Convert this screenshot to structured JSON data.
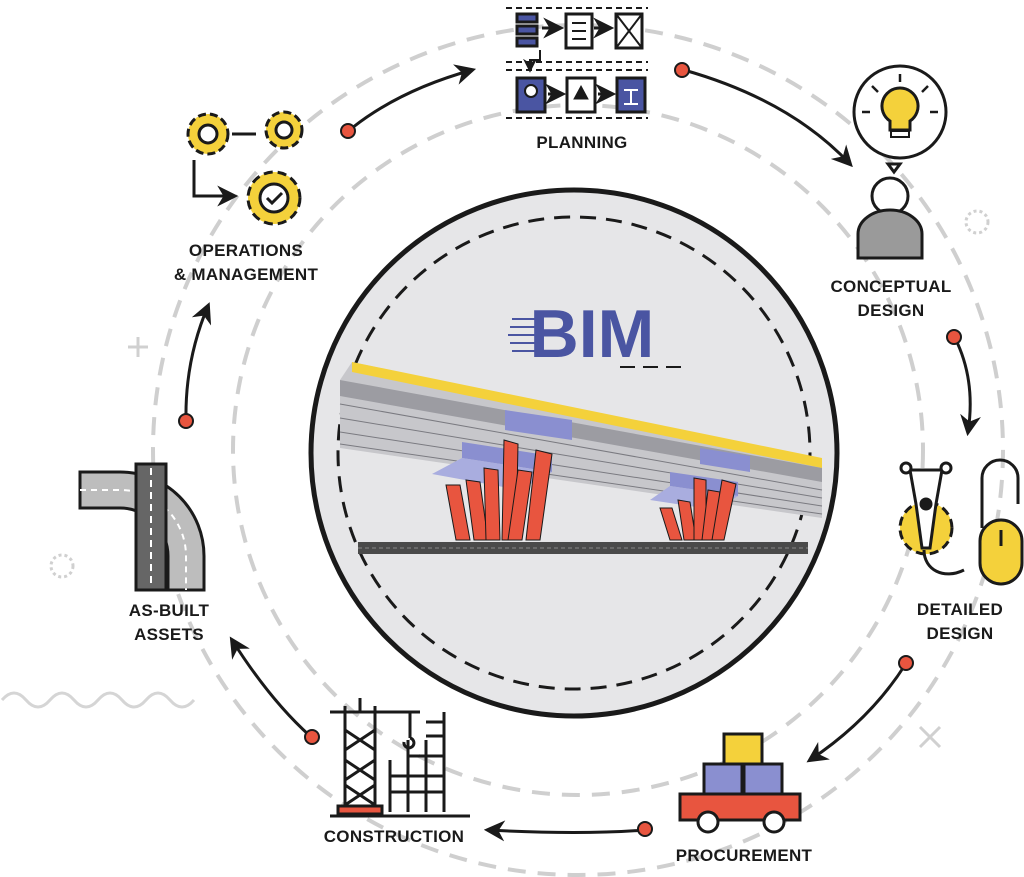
{
  "center": {
    "title": "BIM"
  },
  "stages": {
    "planning": "PLANNING",
    "conceptual_design": [
      "CONCEPTUAL",
      "DESIGN"
    ],
    "detailed_design": [
      "DETAILED",
      "DESIGN"
    ],
    "procurement": "PROCUREMENT",
    "construction": "CONSTRUCTION",
    "as_built_assets": [
      "AS-BUILT",
      "ASSETS"
    ],
    "operations_management": [
      "OPERATIONS",
      "& MANAGEMENT"
    ]
  },
  "colors": {
    "accent_red": "#e8553f",
    "accent_yellow": "#f4d13b",
    "accent_blue": "#4a55a2",
    "pier_red": "#e8553f",
    "ink": "#1a1a1a",
    "dash_gray": "#c8c8c8",
    "center_fill": "#e6e6e8"
  }
}
